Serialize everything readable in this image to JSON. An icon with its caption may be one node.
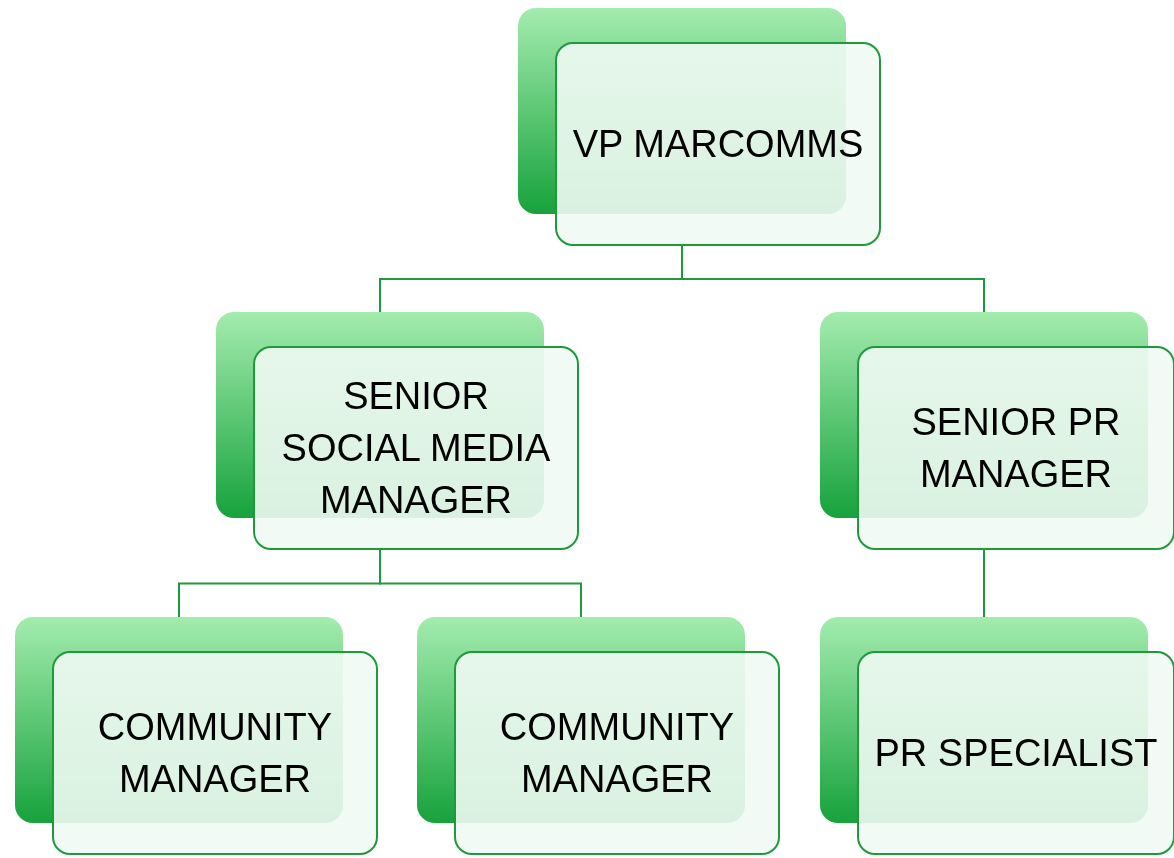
{
  "diagram": {
    "nodes": [
      {
        "text": [
          "VP MARCOMMS"
        ]
      },
      {
        "text": [
          "SENIOR SOCIAL MEDIA MANAGER"
        ]
      },
      {
        "text": [
          "SENIOR PR MANAGER"
        ]
      },
      {
        "text": [
          "COMMUNITY MANAGER"
        ]
      },
      {
        "text": [
          "COMMUNITY MANAGER"
        ]
      },
      {
        "text": [
          "PR SPECIALIST"
        ]
      }
    ],
    "edges": [
      {
        "from": 0,
        "to": 1,
        "arrow": "none"
      },
      {
        "from": 0,
        "to": 2,
        "arrow": "none"
      },
      {
        "from": 1,
        "to": 3,
        "arrow": "none"
      },
      {
        "from": 1,
        "to": 4,
        "arrow": "none"
      },
      {
        "from": 2,
        "to": 5,
        "arrow": "none"
      }
    ]
  }
}
